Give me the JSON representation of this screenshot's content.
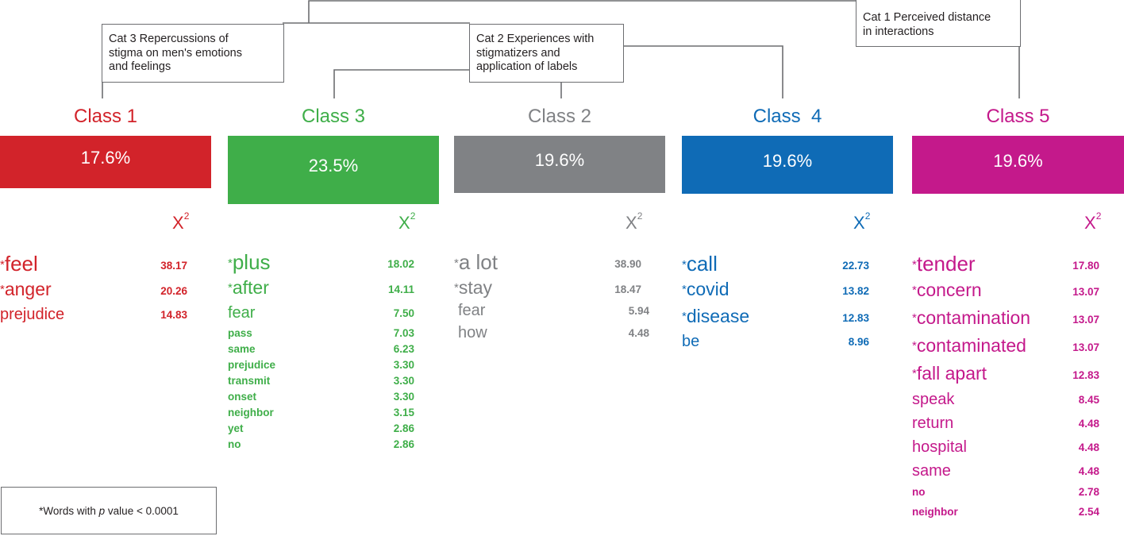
{
  "categories": {
    "cat1": {
      "label": "Cat 1 Perceived distance in interactions",
      "lines": [
        "Cat 1 Perceived distance",
        "in interactions"
      ]
    },
    "cat2": {
      "label": "Cat 2 Experiences with stigmatizers and application of labels",
      "lines": [
        "Cat 2 Experiences with",
        "stigmatizers and",
        "application of labels"
      ]
    },
    "cat3": {
      "label": "Cat 3 Repercussions of stigma on men's emotions and feelings",
      "lines": [
        "Cat 3 Repercussions of",
        "stigma on men's emotions",
        "and feelings"
      ]
    }
  },
  "chi_base": "X",
  "chi_exp": "2",
  "star": "*",
  "classes": [
    {
      "id": "class1",
      "title": "Class 1",
      "percent": "17.6%",
      "percent_value": 17.6,
      "color": "#d2232a",
      "words": [
        {
          "star": true,
          "word": "feel",
          "value": "38.17",
          "size": 1
        },
        {
          "star": true,
          "word": "anger",
          "value": "20.26",
          "size": 2
        },
        {
          "star": false,
          "word": "prejudice",
          "value": "14.83",
          "size": 3
        }
      ]
    },
    {
      "id": "class3",
      "title": "Class 3",
      "percent": "23.5%",
      "percent_value": 23.5,
      "color": "#3fae49",
      "words": [
        {
          "star": true,
          "word": "plus",
          "value": "18.02",
          "size": 1
        },
        {
          "star": true,
          "word": "after",
          "value": "14.11",
          "size": 2
        },
        {
          "star": false,
          "word": "fear",
          "value": "7.50",
          "size": 3
        },
        {
          "star": false,
          "word": "pass",
          "value": "7.03",
          "size": 4
        },
        {
          "star": false,
          "word": "same",
          "value": "6.23",
          "size": 4
        },
        {
          "star": false,
          "word": "prejudice",
          "value": "3.30",
          "size": 4
        },
        {
          "star": false,
          "word": "transmit",
          "value": "3.30",
          "size": 4
        },
        {
          "star": false,
          "word": "onset",
          "value": "3.30",
          "size": 4
        },
        {
          "star": false,
          "word": "neighbor",
          "value": "3.15",
          "size": 4
        },
        {
          "star": false,
          "word": "yet",
          "value": "2.86",
          "size": 4
        },
        {
          "star": false,
          "word": "no",
          "value": "2.86",
          "size": 4
        }
      ]
    },
    {
      "id": "class2",
      "title": "Class 2",
      "percent": "19.6%",
      "percent_value": 19.6,
      "color": "#808285",
      "words": [
        {
          "star": true,
          "word": "a lot",
          "value": "38.90",
          "size": 1
        },
        {
          "star": true,
          "word": "stay",
          "value": "18.47",
          "size": 2
        },
        {
          "star": false,
          "word": "fear",
          "value": "5.94",
          "size": 3
        },
        {
          "star": false,
          "word": "how",
          "value": "4.48",
          "size": 3
        }
      ]
    },
    {
      "id": "class4",
      "title": "Class  4",
      "percent": "19.6%",
      "percent_value": 19.6,
      "color": "#0f6bb6",
      "words": [
        {
          "star": true,
          "word": "call",
          "value": "22.73",
          "size": 1
        },
        {
          "star": true,
          "word": "covid",
          "value": "13.82",
          "size": 2
        },
        {
          "star": true,
          "word": "disease",
          "value": "12.83",
          "size": 2
        },
        {
          "star": false,
          "word": "be",
          "value": "8.96",
          "size": 3
        }
      ]
    },
    {
      "id": "class5",
      "title": "Class 5",
      "percent": "19.6%",
      "percent_value": 19.6,
      "color": "#c4198b",
      "words": [
        {
          "star": true,
          "word": "tender",
          "value": "17.80",
          "size": 1
        },
        {
          "star": true,
          "word": "concern",
          "value": "13.07",
          "size": 2
        },
        {
          "star": true,
          "word": "contamination",
          "value": "13.07",
          "size": 2
        },
        {
          "star": true,
          "word": "contaminated",
          "value": "13.07",
          "size": 2
        },
        {
          "star": true,
          "word": "fall apart",
          "value": "12.83",
          "size": 2
        },
        {
          "star": false,
          "word": "speak",
          "value": "8.45",
          "size": 3
        },
        {
          "star": false,
          "word": "return",
          "value": "4.48",
          "size": 3
        },
        {
          "star": false,
          "word": "hospital",
          "value": "4.48",
          "size": 3
        },
        {
          "star": false,
          "word": "same",
          "value": "4.48",
          "size": 3
        },
        {
          "star": false,
          "word": "no",
          "value": "2.78",
          "size": 4
        },
        {
          "star": false,
          "word": "neighbor",
          "value": "2.54",
          "size": 4
        }
      ]
    }
  ],
  "footnote": {
    "prefix": "*Words with ",
    "italic": "p",
    "suffix": " value < 0.0001"
  }
}
